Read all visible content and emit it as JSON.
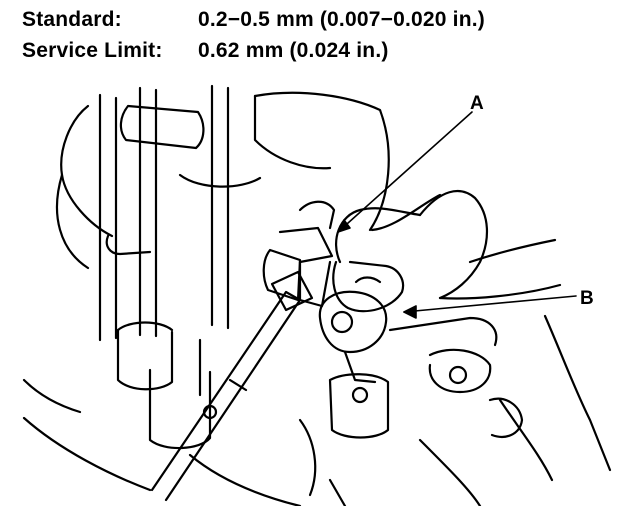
{
  "specs": [
    {
      "label": "Standard:",
      "value": "0.2−0.5 mm (0.007−0.020 in.)"
    },
    {
      "label": "Service Limit:",
      "value": "0.62 mm (0.024 in.)"
    }
  ],
  "callouts": {
    "a": "A",
    "b": "B"
  }
}
